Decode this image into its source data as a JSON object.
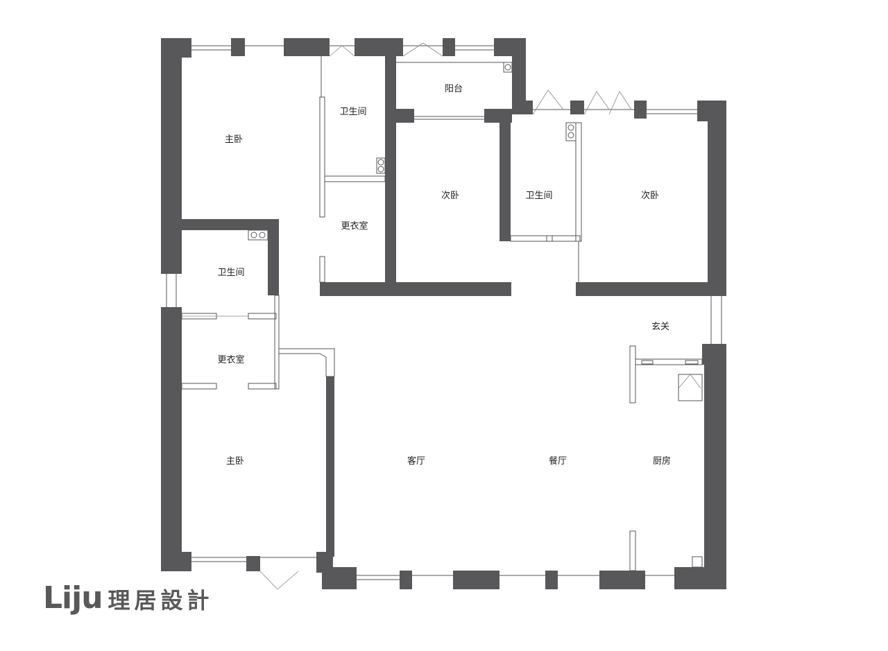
{
  "rooms": {
    "master_bedroom_top": "主卧",
    "bathroom_top": "卫生间",
    "balcony": "阳台",
    "second_bedroom_mid": "次卧",
    "bathroom_mid": "卫生间",
    "second_bedroom_right": "次卧",
    "closet_top": "更衣室",
    "bathroom_left": "卫生间",
    "closet_left": "更衣室",
    "master_bedroom_bottom": "主卧",
    "living_room": "客厅",
    "dining_room": "餐厅",
    "kitchen": "厨房",
    "entrance": "玄关"
  },
  "brand": {
    "latin": "Liju",
    "chinese": "理居設計"
  },
  "colors": {
    "wall": "#58585a",
    "logo": "#595959",
    "background": "#ffffff"
  }
}
